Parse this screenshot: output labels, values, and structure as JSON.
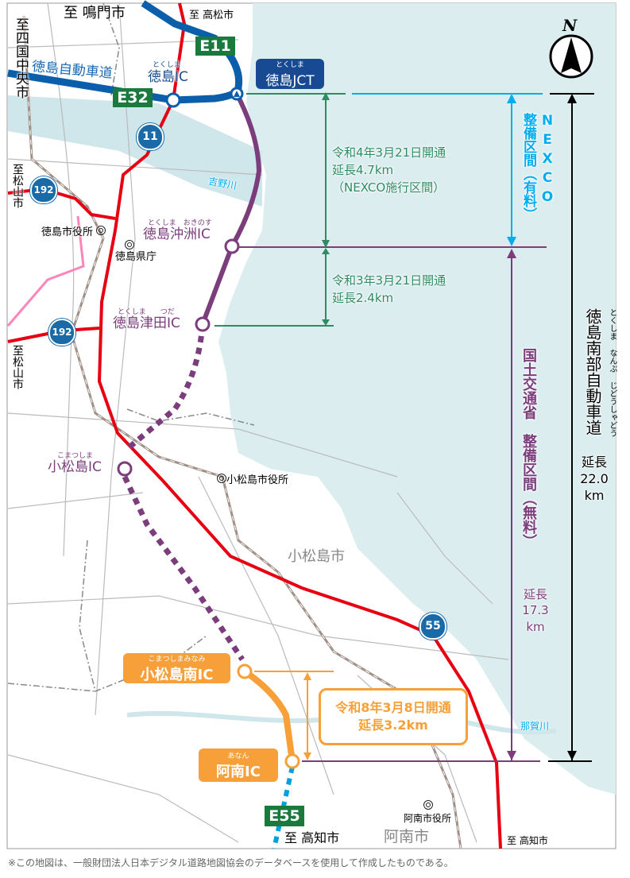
{
  "colors": {
    "sea": "#dcedf0",
    "river": "#cfe6ea",
    "expressway_blue": "#0b5eaa",
    "nexco_green": "#2e8b62",
    "purple": "#7b3d7c",
    "orange": "#f7a03a",
    "route_red": "#e60012",
    "cyan": "#00aeef",
    "shield": "#1a6aa8",
    "pink": "#ff84b8"
  },
  "directions": {
    "naruto": "至 鳴門市",
    "takamatsu": "至 高松市",
    "shikokuchuo": "至四国中央市",
    "matsuyama1": "至松山市",
    "matsuyama2": "至松山市",
    "kochi1": "至 高知市",
    "kochi2": "至 高知市"
  },
  "roads": {
    "tokushima_expressway": "徳島自動車道",
    "e11": "E11",
    "e32": "E32",
    "e55": "E55",
    "route11": "11",
    "route192a": "192",
    "route192b": "192",
    "route55": "55"
  },
  "rivers": {
    "yoshino": "吉野川",
    "naka": "那賀川"
  },
  "interchanges": {
    "tokushima_ic": {
      "name": "徳島IC",
      "ruby": "とくしま"
    },
    "tokushima_jct": {
      "name": "徳島JCT",
      "ruby": "とくしま"
    },
    "okinosu_ic": {
      "name": "徳島沖洲IC",
      "ruby": "とくしま　おきのす"
    },
    "tsuda_ic": {
      "name": "徳島津田IC",
      "ruby": "とくしま　　つだ"
    },
    "komatsushima_ic": {
      "name": "小松島IC",
      "ruby": "こまつしま"
    },
    "komatsushima_minami_ic": {
      "name": "小松島南IC",
      "ruby": "こまつしまみなみ"
    },
    "anan_ic": {
      "name": "阿南IC",
      "ruby": "あなん"
    }
  },
  "places": {
    "tokushima_city_hall": "徳島市役所",
    "tokushima_pref": "徳島県庁",
    "komatsushima_city_hall": "小松島市役所",
    "komatsushima_city": "小松島市",
    "anan_city_hall": "阿南市役所",
    "anan_city": "阿南市"
  },
  "sections": {
    "r4": {
      "line1": "令和4年3月21日開通",
      "line2": "延長4.7km",
      "line3": "（NEXCO施行区間）"
    },
    "r3": {
      "line1": "令和3年3月21日開通",
      "line2": "延長2.4km"
    },
    "r8": {
      "line1": "令和8年3月8日開通",
      "line2": "延長3.2km"
    },
    "nexco": {
      "org": "NEXCO",
      "label": "整備区間（有料）"
    },
    "mlit": {
      "label": "国土交通省　整備区間（無料）",
      "length_label": "延長",
      "length": "17.3",
      "unit": "km"
    },
    "total": {
      "name": "徳島南部自動車道",
      "ruby": "とくしま なんぶ じどうしゃどう",
      "length_label": "延長",
      "length": "22.0",
      "unit": "km"
    }
  },
  "compass": {
    "label": "N",
    "icon": "north-arrow-icon"
  },
  "footnote": "※この地図は、一般財団法人日本デジタル道路地図協会のデータベースを使用して作成したものである。"
}
